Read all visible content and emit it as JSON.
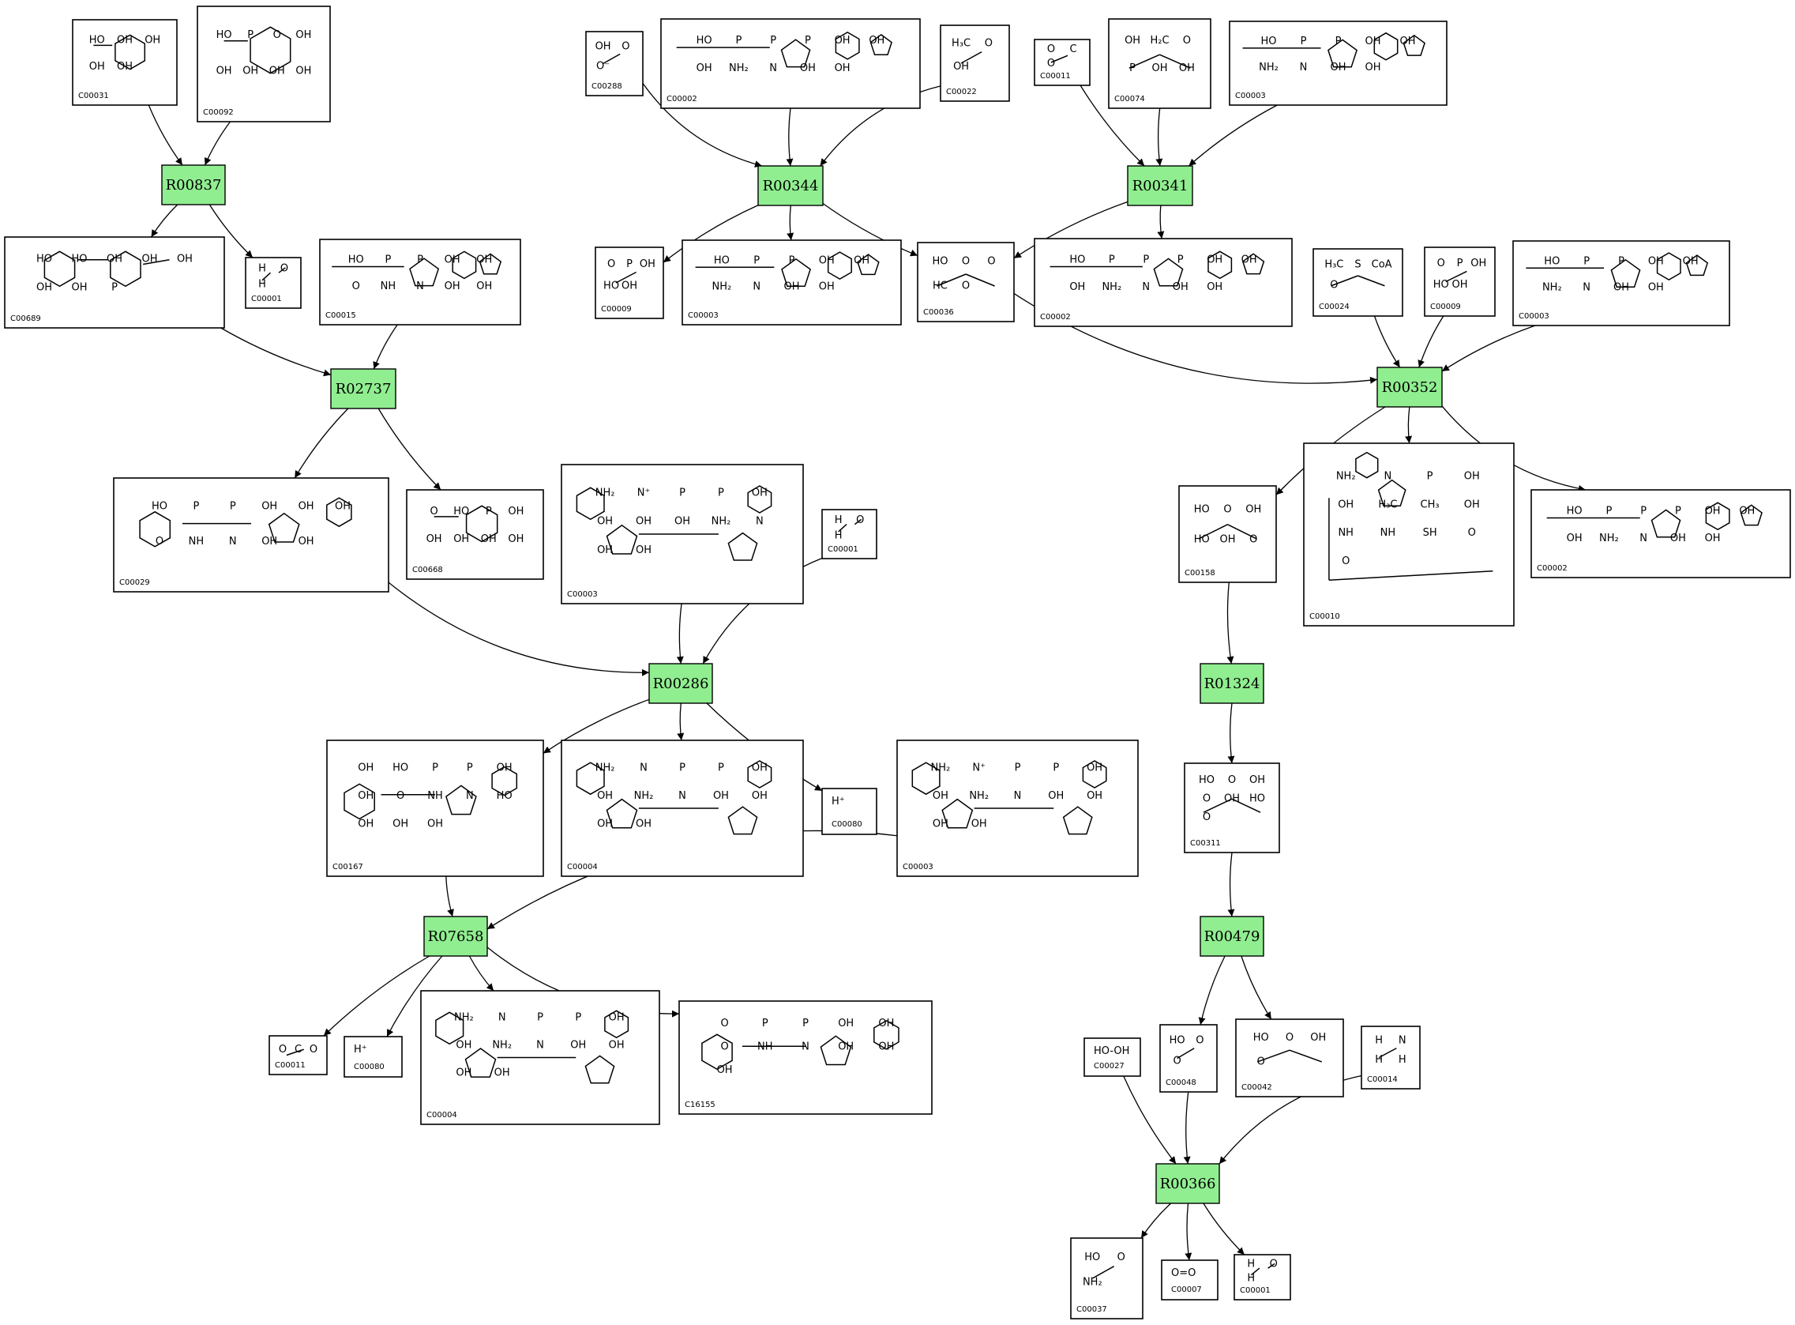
{
  "reactions": [
    {
      "id": "R00837",
      "label": "R00837"
    },
    {
      "id": "R00344",
      "label": "R00344"
    },
    {
      "id": "R00341",
      "label": "R00341"
    },
    {
      "id": "R02737",
      "label": "R02737"
    },
    {
      "id": "R00352",
      "label": "R00352"
    },
    {
      "id": "R00286",
      "label": "R00286"
    },
    {
      "id": "R01324",
      "label": "R01324"
    },
    {
      "id": "R00479",
      "label": "R00479"
    },
    {
      "id": "R07658",
      "label": "R07658"
    },
    {
      "id": "R00366",
      "label": "R00366"
    }
  ],
  "compounds": [
    {
      "id": "n01",
      "label": "C00031",
      "atoms": [
        "HO",
        "OH",
        "OH",
        "OH",
        "OH"
      ]
    },
    {
      "id": "n02",
      "label": "C00092",
      "atoms": [
        "HO",
        "P",
        "O",
        "OH",
        "OH",
        "OH",
        "OH",
        "OH"
      ]
    },
    {
      "id": "n03",
      "label": "C00288",
      "atoms": [
        "OH",
        "O",
        "O⁻"
      ]
    },
    {
      "id": "n04",
      "label": "C00002",
      "atoms": [
        "HO",
        "P",
        "P",
        "P",
        "OH",
        "OH",
        "OH",
        "NH₂",
        "N",
        "OH",
        "OH"
      ]
    },
    {
      "id": "n05",
      "label": "C00022",
      "atoms": [
        "H₃C",
        "O",
        "OH"
      ]
    },
    {
      "id": "n06",
      "label": "C00011",
      "atoms": [
        "O",
        "C",
        "O"
      ]
    },
    {
      "id": "n07",
      "label": "C00074",
      "atoms": [
        "OH",
        "H₂C",
        "O",
        "P",
        "OH",
        "OH"
      ]
    },
    {
      "id": "n08",
      "label": "C00003",
      "atoms": [
        "HO",
        "P",
        "P",
        "OH",
        "OH",
        "NH₂",
        "N",
        "OH",
        "OH"
      ]
    },
    {
      "id": "n09",
      "label": "C00689",
      "atoms": [
        "HO",
        "HO",
        "OH",
        "OH",
        "OH",
        "OH",
        "OH",
        "P"
      ]
    },
    {
      "id": "n10",
      "label": "C00001",
      "atoms": [
        "H",
        "O",
        "H"
      ]
    },
    {
      "id": "n11",
      "label": "C00015",
      "atoms": [
        "HO",
        "P",
        "P",
        "OH",
        "OH",
        "O",
        "NH",
        "N",
        "OH",
        "OH"
      ]
    },
    {
      "id": "n12",
      "label": "C00009",
      "atoms": [
        "O",
        "P",
        "OH",
        "HO",
        "OH"
      ]
    },
    {
      "id": "n13",
      "label": "C00003",
      "atoms": [
        "HO",
        "P",
        "P",
        "OH",
        "OH",
        "NH₂",
        "N",
        "OH",
        "OH"
      ]
    },
    {
      "id": "n14",
      "label": "C00036",
      "atoms": [
        "HO",
        "O",
        "O",
        "HC",
        "O"
      ]
    },
    {
      "id": "n15",
      "label": "C00002",
      "atoms": [
        "HO",
        "P",
        "P",
        "P",
        "OH",
        "OH",
        "OH",
        "NH₂",
        "N",
        "OH",
        "OH"
      ]
    },
    {
      "id": "n16",
      "label": "C00024",
      "atoms": [
        "H₃C",
        "S",
        "CoA",
        "O"
      ]
    },
    {
      "id": "n17",
      "label": "C00009",
      "atoms": [
        "O",
        "P",
        "OH",
        "HO",
        "OH"
      ]
    },
    {
      "id": "n18",
      "label": "C00003",
      "atoms": [
        "HO",
        "P",
        "P",
        "OH",
        "OH",
        "NH₂",
        "N",
        "OH",
        "OH"
      ]
    },
    {
      "id": "n19",
      "label": "C00029",
      "atoms": [
        "HO",
        "P",
        "P",
        "OH",
        "OH",
        "OH",
        "O",
        "NH",
        "N",
        "OH",
        "OH"
      ]
    },
    {
      "id": "n20",
      "label": "C00668",
      "atoms": [
        "O",
        "HO",
        "P",
        "OH",
        "OH",
        "OH",
        "OH",
        "OH"
      ]
    },
    {
      "id": "n21",
      "label": "C00003",
      "atoms": [
        "NH₂",
        "N⁺",
        "P",
        "P",
        "OH",
        "OH",
        "OH",
        "OH",
        "NH₂",
        "N",
        "OH",
        "OH"
      ]
    },
    {
      "id": "n22",
      "label": "C00001",
      "atoms": [
        "H",
        "O",
        "H"
      ]
    },
    {
      "id": "n23",
      "label": "C00158",
      "atoms": [
        "HO",
        "O",
        "OH",
        "HO",
        "OH",
        "O"
      ]
    },
    {
      "id": "n24",
      "label": "C00010",
      "atoms": [
        "NH₂",
        "N",
        "P",
        "OH",
        "OH",
        "H₃C",
        "CH₃",
        "OH",
        "NH",
        "NH",
        "SH",
        "O",
        "O"
      ]
    },
    {
      "id": "n25",
      "label": "C00002",
      "atoms": [
        "HO",
        "P",
        "P",
        "P",
        "OH",
        "OH",
        "OH",
        "NH₂",
        "N",
        "OH",
        "OH"
      ]
    },
    {
      "id": "n26",
      "label": "C00167",
      "atoms": [
        "OH",
        "HO",
        "P",
        "P",
        "OH",
        "OH",
        "O",
        "NH",
        "N",
        "HO",
        "OH",
        "OH",
        "OH"
      ]
    },
    {
      "id": "n27",
      "label": "C00004",
      "atoms": [
        "NH₂",
        "N",
        "P",
        "P",
        "OH",
        "OH",
        "NH₂",
        "N",
        "OH",
        "OH",
        "OH",
        "OH"
      ]
    },
    {
      "id": "n28",
      "label": "H⁺",
      "sub": "C00080",
      "atoms": [
        "H⁺"
      ]
    },
    {
      "id": "n29",
      "label": "C00003",
      "atoms": [
        "NH₂",
        "N⁺",
        "P",
        "P",
        "OH",
        "OH",
        "NH₂",
        "N",
        "OH",
        "OH",
        "OH",
        "OH"
      ]
    },
    {
      "id": "n30",
      "label": "C00311",
      "atoms": [
        "HO",
        "O",
        "OH",
        "O",
        "OH",
        "HO",
        "O"
      ]
    },
    {
      "id": "n31",
      "label": "C00011",
      "atoms": [
        "O",
        "C",
        "O"
      ]
    },
    {
      "id": "n32",
      "label": "H⁺",
      "sub": "C00080",
      "atoms": [
        "H⁺"
      ]
    },
    {
      "id": "n33",
      "label": "C00004",
      "atoms": [
        "NH₂",
        "N",
        "P",
        "P",
        "OH",
        "OH",
        "NH₂",
        "N",
        "OH",
        "OH",
        "OH",
        "OH"
      ]
    },
    {
      "id": "n34",
      "label": "C16155",
      "atoms": [
        "O",
        "P",
        "P",
        "OH",
        "OH",
        "O",
        "NH",
        "N",
        "OH",
        "OH",
        "OH"
      ]
    },
    {
      "id": "n35",
      "label": "C00048",
      "atoms": [
        "HO",
        "O",
        "O"
      ]
    },
    {
      "id": "n36",
      "label": "C00042",
      "atoms": [
        "HO",
        "O",
        "OH",
        "O"
      ]
    },
    {
      "id": "n37",
      "label": "HO-OH",
      "sub": "C00027",
      "atoms": [
        "HO-OH"
      ]
    },
    {
      "id": "n38",
      "label": "C00014",
      "atoms": [
        "H",
        "N",
        "H",
        "H"
      ]
    },
    {
      "id": "n39",
      "label": "C00037",
      "atoms": [
        "HO",
        "O",
        "NH₂"
      ]
    },
    {
      "id": "n40",
      "label": "O=O",
      "sub": "C00007",
      "atoms": [
        "O=O"
      ]
    },
    {
      "id": "n41",
      "label": "C00001",
      "atoms": [
        "H",
        "O",
        "H"
      ]
    }
  ],
  "edges": [
    [
      "n01",
      "R00837"
    ],
    [
      "n02",
      "R00837"
    ],
    [
      "R00837",
      "n09"
    ],
    [
      "R00837",
      "n10"
    ],
    [
      "n03",
      "R00344"
    ],
    [
      "n04",
      "R00344"
    ],
    [
      "n05",
      "R00344"
    ],
    [
      "R00344",
      "n12"
    ],
    [
      "R00344",
      "n13"
    ],
    [
      "R00344",
      "n14"
    ],
    [
      "n06",
      "R00341"
    ],
    [
      "n07",
      "R00341"
    ],
    [
      "n08",
      "R00341"
    ],
    [
      "R00341",
      "n14"
    ],
    [
      "R00341",
      "n15"
    ],
    [
      "n09",
      "R02737"
    ],
    [
      "n11",
      "R02737"
    ],
    [
      "R02737",
      "n19"
    ],
    [
      "R02737",
      "n20"
    ],
    [
      "n14",
      "R00352"
    ],
    [
      "n16",
      "R00352"
    ],
    [
      "n17",
      "R00352"
    ],
    [
      "n18",
      "R00352"
    ],
    [
      "R00352",
      "n23"
    ],
    [
      "R00352",
      "n24"
    ],
    [
      "R00352",
      "n25"
    ],
    [
      "n19",
      "R00286"
    ],
    [
      "n21",
      "R00286"
    ],
    [
      "n22",
      "R00286"
    ],
    [
      "R00286",
      "n26"
    ],
    [
      "R00286",
      "n27"
    ],
    [
      "R00286",
      "n28"
    ],
    [
      "n23",
      "R01324"
    ],
    [
      "R01324",
      "n30"
    ],
    [
      "n30",
      "R00479"
    ],
    [
      "R00479",
      "n35"
    ],
    [
      "R00479",
      "n36"
    ],
    [
      "n26",
      "R07658"
    ],
    [
      "n29",
      "R07658"
    ],
    [
      "R07658",
      "n31"
    ],
    [
      "R07658",
      "n32"
    ],
    [
      "R07658",
      "n33"
    ],
    [
      "R07658",
      "n34"
    ],
    [
      "n37",
      "R00366"
    ],
    [
      "n35",
      "R00366"
    ],
    [
      "n38",
      "R00366"
    ],
    [
      "R00366",
      "n39"
    ],
    [
      "R00366",
      "n40"
    ],
    [
      "R00366",
      "n41"
    ]
  ]
}
